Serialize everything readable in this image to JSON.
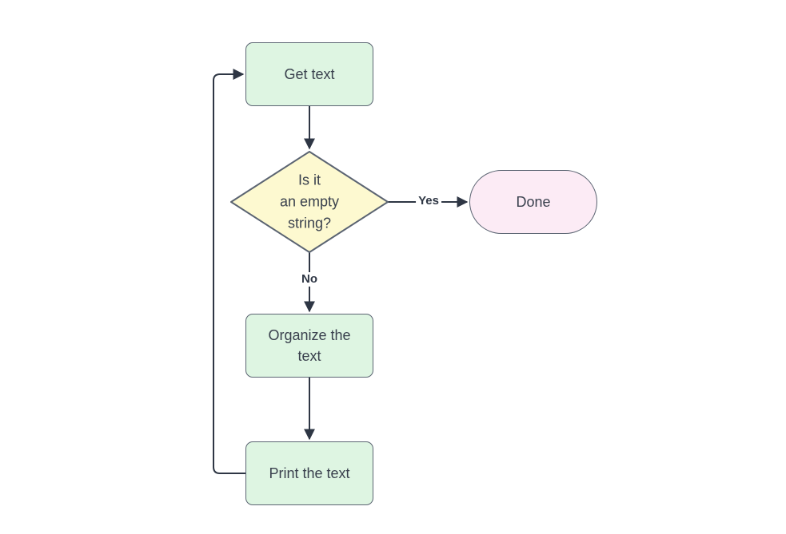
{
  "nodes": {
    "get_text": {
      "label": "Get text",
      "type": "process"
    },
    "decision": {
      "lines": [
        "Is it",
        "an empty",
        "string?"
      ],
      "type": "decision"
    },
    "done": {
      "label": "Done",
      "type": "terminator"
    },
    "organize": {
      "lines": [
        "Organize the",
        "text"
      ],
      "type": "process"
    },
    "print": {
      "label": "Print the text",
      "type": "process"
    }
  },
  "edge_labels": {
    "yes": "Yes",
    "no": "No"
  },
  "colors": {
    "process_fill": "#def5e2",
    "decision_fill": "#fdf9d0",
    "terminator_fill": "#fcebf5",
    "node_border": "#5b6472",
    "edge": "#2e3644",
    "text": "#39404d",
    "background": "#ffffff"
  }
}
